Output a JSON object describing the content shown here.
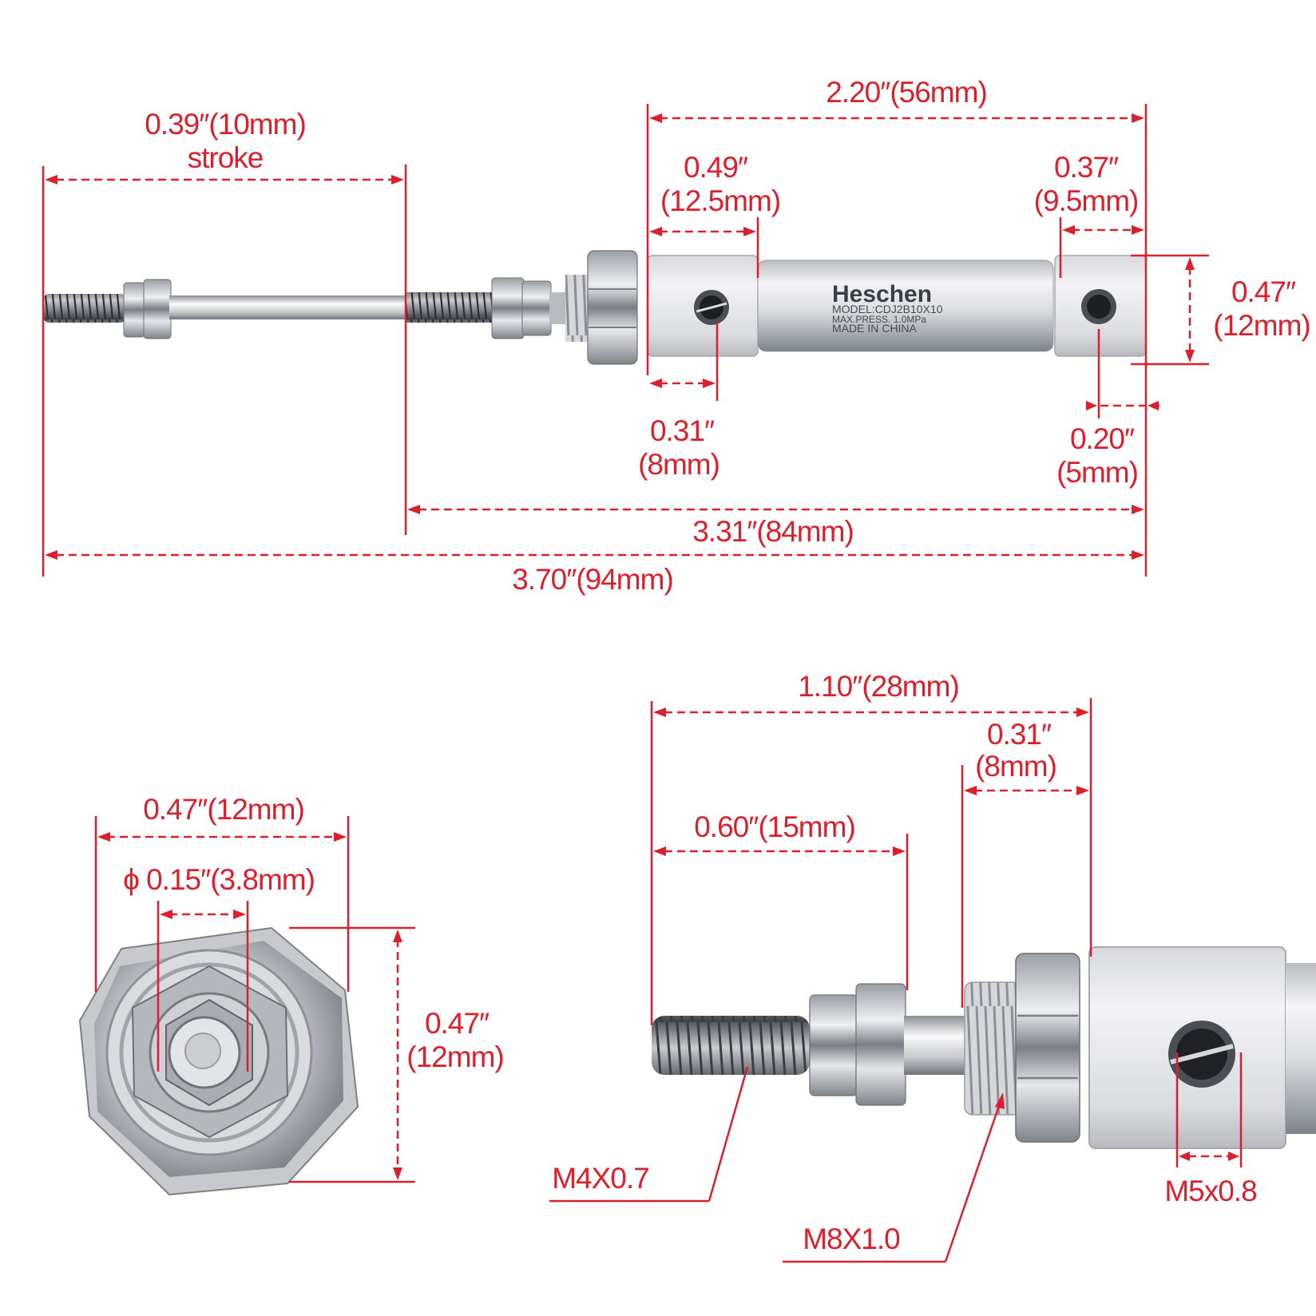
{
  "labels": {
    "stroke_value": "0.39″(10mm)",
    "stroke_word": "stroke",
    "total_body": "2.20″(56mm)",
    "front_block_a": "0.49″",
    "front_block_b": "(12.5mm)",
    "rear_block_a": "0.37″",
    "rear_block_b": "(9.5mm)",
    "height_a": "0.47″",
    "height_b": "(12mm)",
    "port_front_a": "0.31″",
    "port_front_b": "(8mm)",
    "port_rear_a": "0.20″",
    "port_rear_b": "(5mm)",
    "retracted_length": "3.31″(84mm)",
    "extended_length": "3.70″(94mm)",
    "end_width": "0.47″(12mm)",
    "rod_diameter": "ϕ 0.15″(3.8mm)",
    "end_height_a": "0.47″",
    "end_height_b": "(12mm)",
    "detail_length": "1.10″(28mm)",
    "detail_mount_a": "0.31″",
    "detail_mount_b": "(8mm)",
    "detail_thread": "0.60″(15mm)",
    "rod_thread": "M4X0.7",
    "mount_thread": "M8X1.0",
    "port_thread": "M5x0.8"
  },
  "cylinder_print": {
    "brand": "Heschen",
    "model": "MODEL:CDJ2B10X10",
    "pressure": "MAX.PRESS.   1.0MPa",
    "origin": "MADE IN CHINA"
  },
  "colors": {
    "dimension": "#d9202c",
    "steel_light": "#f2f2f4",
    "steel_dark": "#8f949c"
  }
}
